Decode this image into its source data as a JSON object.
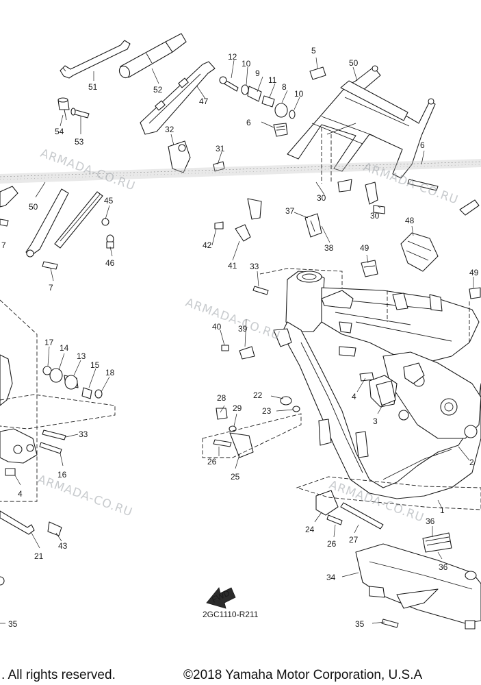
{
  "diagram": {
    "code": "2GC1110-R211",
    "fwd_label": "FWD",
    "watermark": "ARMADA-CO.RU",
    "footer_left": ". All rights reserved.",
    "footer_right": "©2018 Yamaha Motor Corporation, U.S.A"
  },
  "callouts": [
    "51",
    "52",
    "47",
    "54",
    "53",
    "32",
    "31",
    "12",
    "10",
    "9",
    "11",
    "8",
    "10",
    "6",
    "5",
    "50",
    "6",
    "50",
    "45",
    "46",
    "7",
    "7",
    "30",
    "30",
    "37",
    "38",
    "42",
    "41",
    "48",
    "49",
    "49",
    "33",
    "40",
    "39",
    "17",
    "14",
    "13",
    "15",
    "18",
    "33",
    "16",
    "4",
    "21",
    "43",
    "28",
    "29",
    "22",
    "23",
    "26",
    "25",
    "4",
    "3",
    "2",
    "24",
    "27",
    "26",
    "1",
    "36",
    "36",
    "34",
    "35",
    "35"
  ]
}
